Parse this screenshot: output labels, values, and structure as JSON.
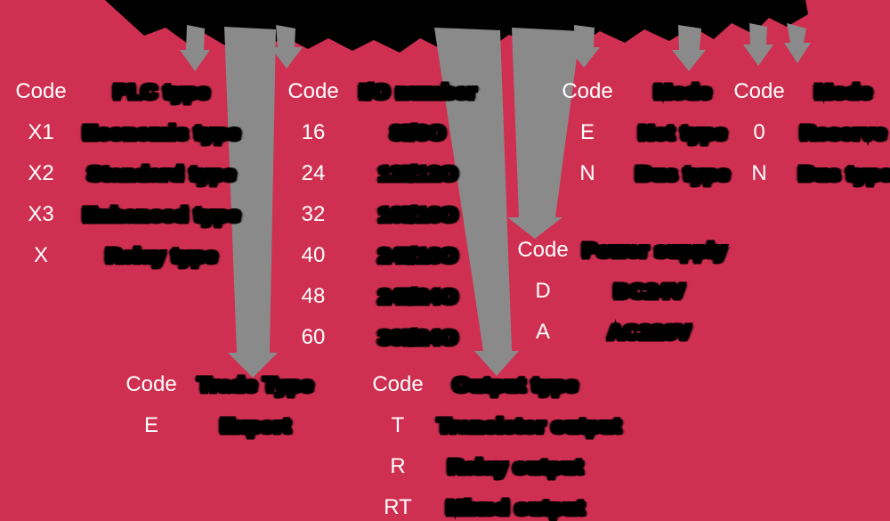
{
  "colors": {
    "background": "#CF3051",
    "arrow_gray": "#8A8A8A",
    "blob_black": "#000000",
    "code_text": "#FFFFFF"
  },
  "groups": [
    {
      "id": "plc-type",
      "code_header": "Code",
      "label_header": "PLC type",
      "entries": [
        {
          "code": "X1",
          "label": "Economic type"
        },
        {
          "code": "X2",
          "label": "Standard type"
        },
        {
          "code": "X3",
          "label": "Enhanced type"
        },
        {
          "code": "X",
          "label": "Relay type"
        }
      ]
    },
    {
      "id": "io-number",
      "code_header": "Code",
      "label_header": "I/O number",
      "entries": [
        {
          "code": "16",
          "label": "8I/8O"
        },
        {
          "code": "24",
          "label": "12I/12O"
        },
        {
          "code": "32",
          "label": "16I/16O"
        },
        {
          "code": "40",
          "label": "24I/16O"
        },
        {
          "code": "48",
          "label": "24I/24O"
        },
        {
          "code": "60",
          "label": "36I/24O"
        }
      ]
    },
    {
      "id": "mode-1",
      "code_header": "Code",
      "label_header": "Mode",
      "entries": [
        {
          "code": "E",
          "label": "Net type"
        },
        {
          "code": "N",
          "label": "Bus type"
        }
      ]
    },
    {
      "id": "mode-2",
      "code_header": "Code",
      "label_header": "Mode",
      "entries": [
        {
          "code": "0",
          "label": "Reserve"
        },
        {
          "code": "N",
          "label": "Bus type"
        }
      ]
    },
    {
      "id": "power-supply",
      "code_header": "Code",
      "label_header": "Power supply",
      "entries": [
        {
          "code": "D",
          "label": "DC24V"
        },
        {
          "code": "A",
          "label": "AC220V"
        }
      ]
    },
    {
      "id": "trade-type",
      "code_header": "Code",
      "label_header": "Trade Type",
      "entries": [
        {
          "code": "E",
          "label": "Export"
        }
      ]
    },
    {
      "id": "output-type",
      "code_header": "Code",
      "label_header": "Output type",
      "entries": [
        {
          "code": "T",
          "label": "Transistor output"
        },
        {
          "code": "R",
          "label": "Relay output"
        },
        {
          "code": "RT",
          "label": "Mixed output"
        }
      ]
    }
  ]
}
